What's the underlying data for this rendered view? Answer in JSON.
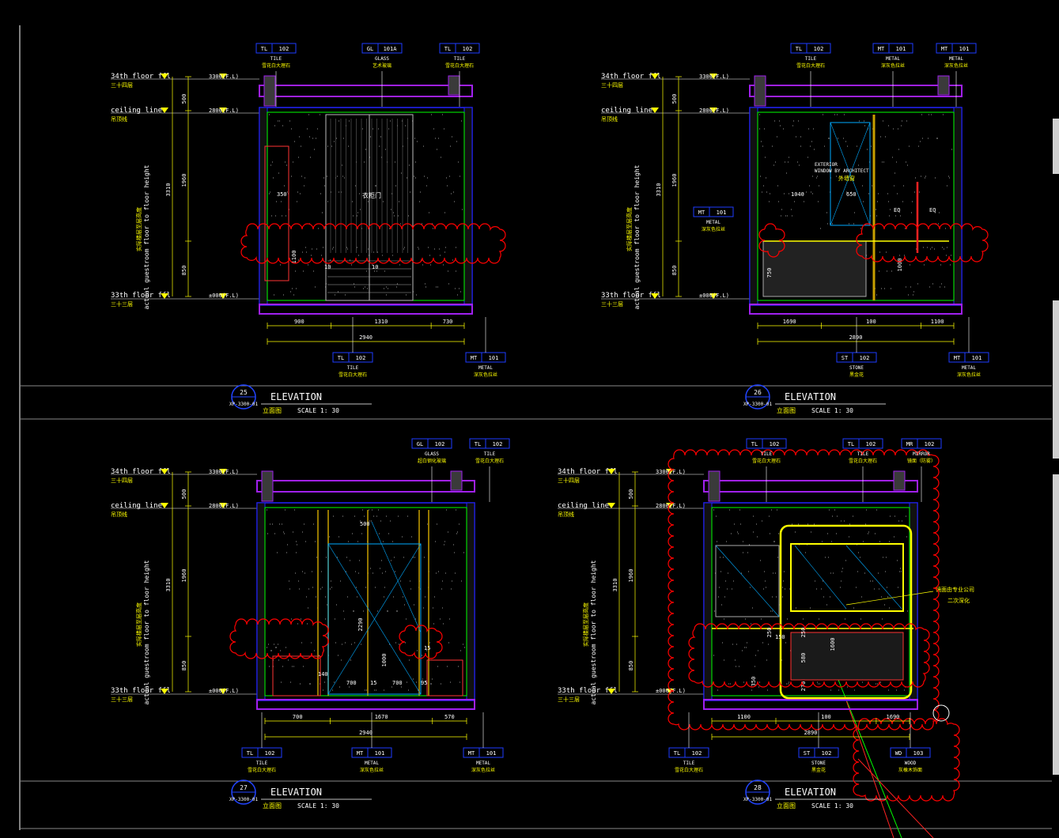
{
  "common": {
    "floor_top": "34th floor ffl",
    "floor_top_cn": "三十四层",
    "ceiling": "ceiling line",
    "ceiling_cn": "吊顶线",
    "floor_bottom": "33th floor ffl",
    "floor_bottom_cn": "三十三层",
    "lvl_top": "3300(F.L)",
    "lvl_ceil": "2800(F.L)",
    "lvl_bottom": "±000(F.L)",
    "vert_en": "actual guestroom floor to floor height",
    "vert_cn": "实际楼层至层高度",
    "dim_total": "3310",
    "dim_500": "500",
    "dim_1960": "1960",
    "dim_850": "850",
    "elevation": "ELEVATION",
    "elev_cn": "立面图",
    "scale": "SCALE   1:  30"
  },
  "panels": [
    {
      "number": "25",
      "ref": "XP-3300-01",
      "tags_top": [
        {
          "code": "TL",
          "num": "102",
          "mat": "TILE",
          "cn": "雪花白大理石"
        },
        {
          "code": "GL",
          "num": "101A",
          "mat": "GLASS",
          "cn": "艺术玻璃"
        },
        {
          "code": "TL",
          "num": "102",
          "mat": "TILE",
          "cn": "雪花白大理石"
        }
      ],
      "tags_bottom": [
        {
          "code": "TL",
          "num": "102",
          "mat": "TILE",
          "cn": "雪花白大理石"
        },
        {
          "code": "MT",
          "num": "101",
          "mat": "METAL",
          "cn": "深灰色拉丝"
        }
      ],
      "dims_h": [
        "900",
        "1310",
        "730"
      ],
      "dim_total_w": "2940",
      "misc": [
        "350",
        "1100",
        "10",
        "10",
        "衣柜门"
      ]
    },
    {
      "number": "26",
      "ref": "XP-3300-01",
      "tags_top": [
        {
          "code": "TL",
          "num": "102",
          "mat": "TILE",
          "cn": "雪花白大理石"
        },
        {
          "code": "MT",
          "num": "101",
          "mat": "METAL",
          "cn": "深灰色拉丝"
        },
        {
          "code": "MT",
          "num": "101",
          "mat": "METAL",
          "cn": "深灰色拉丝"
        }
      ],
      "tags_bottom": [
        {
          "code": "ST",
          "num": "102",
          "mat": "STONE",
          "cn": "黑金花"
        },
        {
          "code": "MT",
          "num": "101",
          "mat": "METAL",
          "cn": "深灰色拉丝"
        }
      ],
      "side_tag": {
        "code": "MT",
        "num": "101",
        "mat": "METAL",
        "cn": "深灰色拉丝"
      },
      "dims_h": [
        "1690",
        "100",
        "1100"
      ],
      "dim_total_w": "2890",
      "misc": [
        "1040",
        "650",
        "EQ",
        "EQ",
        "1000",
        "750",
        "EXTERIOR",
        "WINDOW BY ARCHITECT",
        "外墙窗"
      ]
    },
    {
      "number": "27",
      "ref": "XP-3300-01",
      "tags_top": [
        {
          "code": "GL",
          "num": "102",
          "mat": "GLASS",
          "cn": "超白钢化玻璃"
        },
        {
          "code": "TL",
          "num": "102",
          "mat": "TILE",
          "cn": "雪花白大理石"
        }
      ],
      "tags_bottom": [
        {
          "code": "TL",
          "num": "102",
          "mat": "TILE",
          "cn": "雪花白大理石"
        },
        {
          "code": "MT",
          "num": "101",
          "mat": "METAL",
          "cn": "深灰色拉丝"
        },
        {
          "code": "MT",
          "num": "101",
          "mat": "METAL",
          "cn": "深灰色拉丝"
        }
      ],
      "dims_h": [
        "700",
        "1670",
        "570"
      ],
      "dim_total_w": "2940",
      "misc": [
        "500",
        "2290",
        "1000",
        "700",
        "15",
        "700",
        "95",
        "140",
        "15"
      ]
    },
    {
      "number": "28",
      "ref": "XP-3300-01",
      "tags_top": [
        {
          "code": "TL",
          "num": "102",
          "mat": "TILE",
          "cn": "雪花白大理石"
        },
        {
          "code": "TL",
          "num": "102",
          "mat": "TILE",
          "cn": "雪花白大理石"
        },
        {
          "code": "MR",
          "num": "102",
          "mat": "MIRROR",
          "cn": "镜面（防雾）"
        }
      ],
      "tags_bottom": [
        {
          "code": "TL",
          "num": "102",
          "mat": "TILE",
          "cn": "雪花白大理石"
        },
        {
          "code": "ST",
          "num": "102",
          "mat": "STONE",
          "cn": "黑金花"
        },
        {
          "code": "WD",
          "num": "103",
          "mat": "WOOD",
          "cn": "灰橡木饰面"
        }
      ],
      "dims_h": [
        "1100",
        "100",
        "1690"
      ],
      "dim_total_w": "2890",
      "misc": [
        "250",
        "150",
        "250",
        "580",
        "1600",
        "350",
        "270",
        "镜面由专业公司",
        "二次深化"
      ]
    }
  ],
  "colors": {
    "wall": "#2222ff",
    "floor_band": "#a020f0",
    "dim": "#ffff00",
    "revision_cloud": "#ff0000",
    "inner": "#00ff00",
    "tag_box": "#1e3cff",
    "glass": "#00aaff"
  }
}
